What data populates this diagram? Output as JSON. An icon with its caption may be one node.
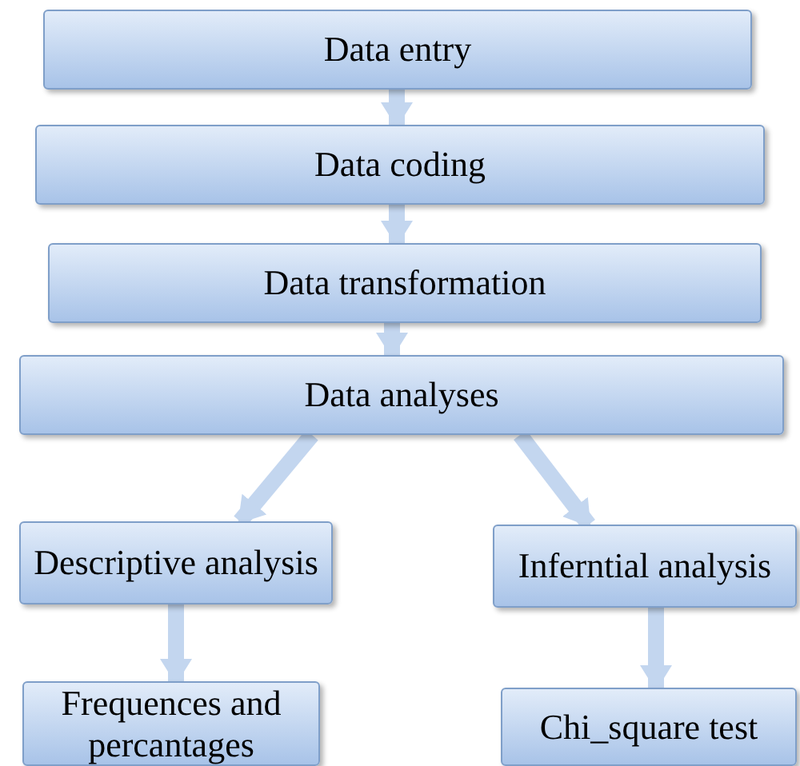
{
  "diagram": {
    "nodes": [
      {
        "text": [
          "Data entry"
        ]
      },
      {
        "text": [
          "Data coding"
        ]
      },
      {
        "text": [
          "Data transformation"
        ]
      },
      {
        "text": [
          "Data analyses"
        ]
      },
      {
        "text": [
          "Descriptive analysis"
        ]
      },
      {
        "text": [
          "Inferntial analysis"
        ]
      },
      {
        "text": [
          "Frequences and percantages"
        ]
      },
      {
        "text": [
          "Chi_square test"
        ]
      }
    ],
    "edges": [
      {
        "from": 0,
        "to": 1,
        "arrow": "to"
      },
      {
        "from": 1,
        "to": 2,
        "arrow": "to"
      },
      {
        "from": 2,
        "to": 3,
        "arrow": "to"
      },
      {
        "from": 3,
        "to": 4,
        "arrow": "to"
      },
      {
        "from": 3,
        "to": 5,
        "arrow": "to"
      },
      {
        "from": 4,
        "to": 6,
        "arrow": "to"
      },
      {
        "from": 5,
        "to": 7,
        "arrow": "to"
      }
    ]
  }
}
